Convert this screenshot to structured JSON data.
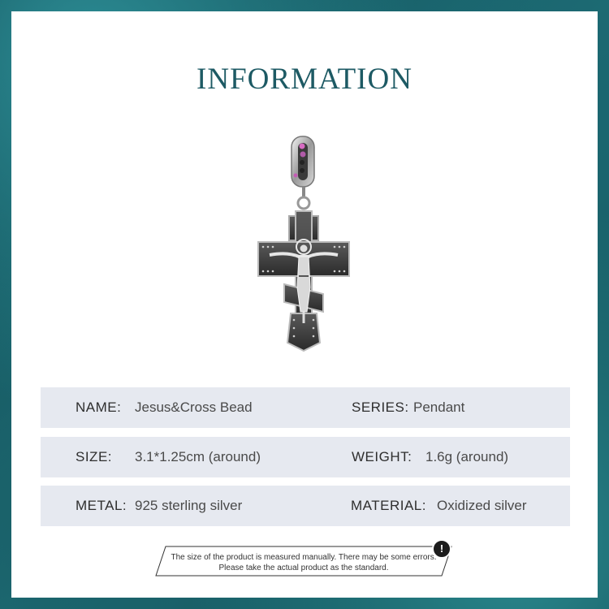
{
  "title": "INFORMATION",
  "product_image": {
    "alt": "Jesus&Cross Bead",
    "icon": "cross-pendant-icon"
  },
  "specs": [
    {
      "left_label": "NAME:",
      "left_value": "Jesus&Cross Bead",
      "right_label": "SERIES:",
      "right_value": "Pendant"
    },
    {
      "left_label": "SIZE:",
      "left_value": "3.1*1.25cm (around)",
      "right_label": "WEIGHT:",
      "right_value": "1.6g (around)"
    },
    {
      "left_label": "METAL:",
      "left_value": "925 sterling silver",
      "right_label": "MATERIAL:",
      "right_value": "Oxidized silver"
    }
  ],
  "notice": {
    "line1": "The size of the product is measured manually. There may be some errors.",
    "line2": "Please take the actual product as the standard.",
    "icon": "exclamation-icon"
  },
  "colors": {
    "title": "#1d5a64",
    "row_background": "#e6e9f0",
    "border_teal": "#0f4a55"
  }
}
